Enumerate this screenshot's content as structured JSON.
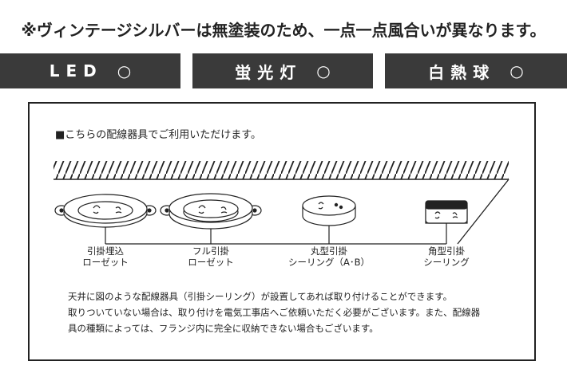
{
  "notice": "※ヴィンテージシルバーは無塗装のため、一点一点風合いが異なります。",
  "compat": [
    {
      "label": "LED",
      "mark": "○"
    },
    {
      "label": "蛍光灯",
      "mark": "○"
    },
    {
      "label": "白熱球",
      "mark": "○"
    }
  ],
  "box": {
    "intro": "■こちらの配線器具でご利用いただけます。",
    "fixtures": [
      {
        "line1": "引掛埋込",
        "line2": "ローゼット"
      },
      {
        "line1": "フル引掛",
        "line2": "ローゼット"
      },
      {
        "line1": "丸型引掛",
        "line2": "シーリング（A･B）"
      },
      {
        "line1": "角型引掛",
        "line2": "シーリング"
      }
    ],
    "description": [
      "天井に図のような配線器具（引掛シーリング）が設置してあれば取り付けることができます。",
      "取りついていない場合は、取り付けを電気工事店へご依頼いただく必要がございます。また、配線器",
      "具の種類によっては、フランジ内に完全に収納できない場合もございます。"
    ]
  }
}
